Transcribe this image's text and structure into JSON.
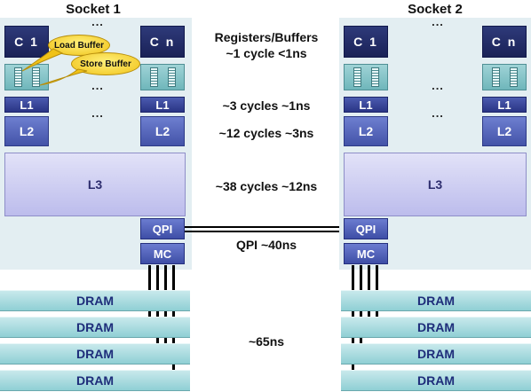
{
  "sockets": [
    {
      "title": "Socket 1",
      "core_first": "C 1",
      "core_last": "C n",
      "l1": "L1",
      "l2": "L2",
      "l3": "L3",
      "qpi": "QPI",
      "mc": "MC",
      "dram": [
        "DRAM",
        "DRAM",
        "DRAM",
        "DRAM"
      ],
      "ellipsis": "..."
    },
    {
      "title": "Socket 2",
      "core_first": "C 1",
      "core_last": "C n",
      "l1": "L1",
      "l2": "L2",
      "l3": "L3",
      "qpi": "QPI",
      "mc": "MC",
      "dram": [
        "DRAM",
        "DRAM",
        "DRAM",
        "DRAM"
      ],
      "ellipsis": "..."
    }
  ],
  "callouts": {
    "load_buffer": "Load Buffer",
    "store_buffer": "Store Buffer"
  },
  "latencies": {
    "registers_title": "Registers/Buffers",
    "registers": "~1 cycle <1ns",
    "l1": "~3 cycles ~1ns",
    "l2": "~12 cycles ~3ns",
    "l3": "~38 cycles ~12ns",
    "qpi": "QPI ~40ns",
    "dram": "~65ns"
  },
  "colors": {
    "socket_background": "#e3eef2",
    "core": "#1a2257",
    "l1": "#2a3585",
    "l2": "#4353a8",
    "l3": "#bcbcec",
    "dram": "#8fcfd4",
    "callout": "#f0c218"
  }
}
